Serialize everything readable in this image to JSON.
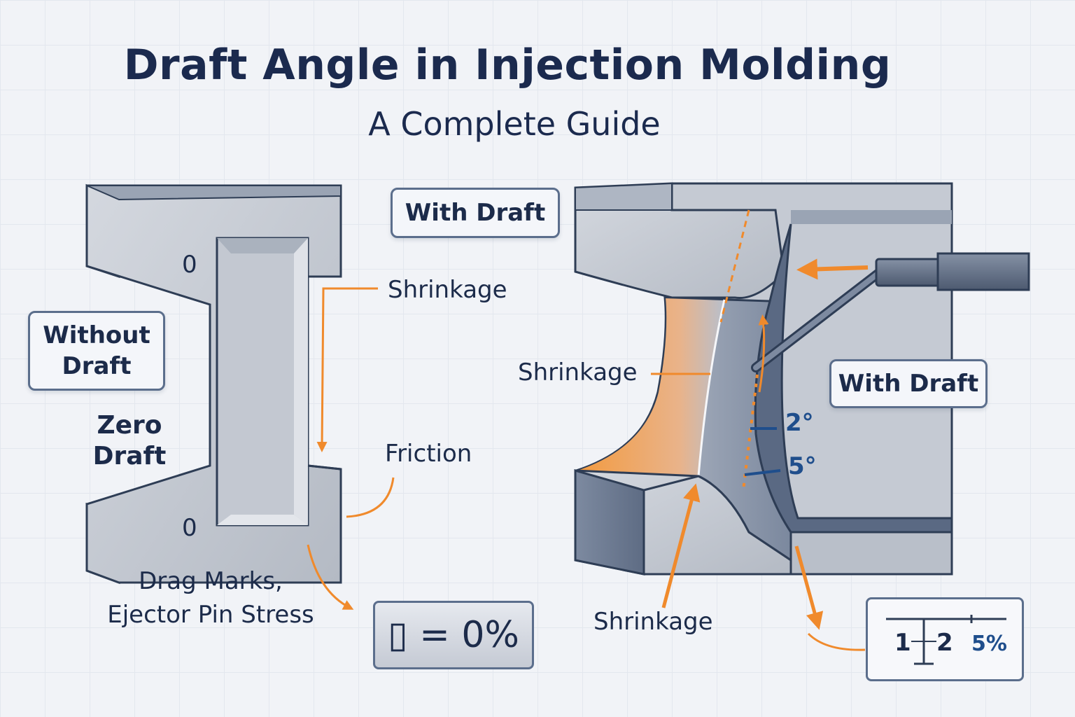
{
  "title": "Draft Angle in Injection Molding",
  "subtitle": "A Complete Guide",
  "left_part": {
    "box_label": "Without Draft",
    "side_label": "Zero Draft",
    "top_zero": "0",
    "bottom_zero": "0",
    "shrinkage": "Shrinkage",
    "friction": "Friction",
    "defects": "Drag Marks, Ejector Pin Stress",
    "formula": "▯ = 0%"
  },
  "center_box": "With Draft",
  "right_part": {
    "box_label": "With Draft",
    "shrinkage_left": "Shrinkage",
    "shrinkage_bottom": "Shrinkage",
    "angle_1": "2°",
    "angle_2": "5°",
    "tolerance": {
      "a": "1",
      "b": "2",
      "pct": "5%"
    }
  },
  "colors": {
    "accent_orange": "#f08a2c",
    "steel_light": "#c9ced6",
    "steel_dark": "#6b7a90",
    "outline": "#2e3d55",
    "angle_blue": "#1f4e8c"
  }
}
